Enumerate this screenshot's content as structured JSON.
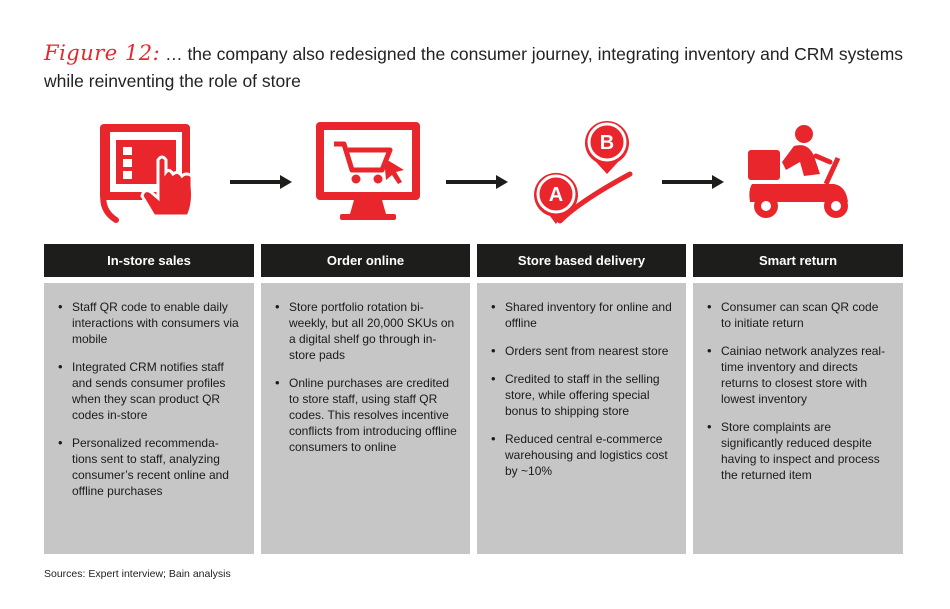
{
  "title": {
    "figure_label": "Figure 12:",
    "text": "… the company also redesigned the consumer journey, integrating inventory and CRM systems while reinventing the role of store"
  },
  "icons": [
    "tablet-touch-icon",
    "monitor-cart-icon",
    "map-route-icon",
    "delivery-scooter-icon"
  ],
  "map_icon_labels": {
    "a": "A",
    "b": "B"
  },
  "accent_color": "#e8262c",
  "columns": [
    {
      "header": "In-store sales",
      "bullets": [
        "Staff QR code to enable daily interactions with consumers via mobile",
        "Integrated CRM notifies staff and sends consumer profiles when they scan product QR codes in-store",
        "Personalized recommenda-tions sent to staff, analyzing consumer’s recent online and offline purchases"
      ]
    },
    {
      "header": "Order online",
      "bullets": [
        "Store portfolio rotation bi-weekly, but all 20,000 SKUs on a digital shelf go through in-store pads",
        "Online purchases are credited to store staff, using staff QR codes. This resolves incentive conflicts from introducing offline consumers to online"
      ]
    },
    {
      "header": "Store based delivery",
      "bullets": [
        "Shared inventory for online and offline",
        "Orders sent from nearest store",
        "Credited to staff in the selling store, while offering special bonus to shipping store",
        "Reduced central e-commerce warehousing and logistics cost by ~10%"
      ]
    },
    {
      "header": "Smart return",
      "bullets": [
        "Consumer can scan QR code to initiate return",
        "Cainiao network analyzes real-time inventory and directs returns to closest store with lowest inventory",
        "Store complaints are significantly reduced despite having to inspect and process the returned item"
      ]
    }
  ],
  "source": "Sources: Expert interview; Bain analysis"
}
